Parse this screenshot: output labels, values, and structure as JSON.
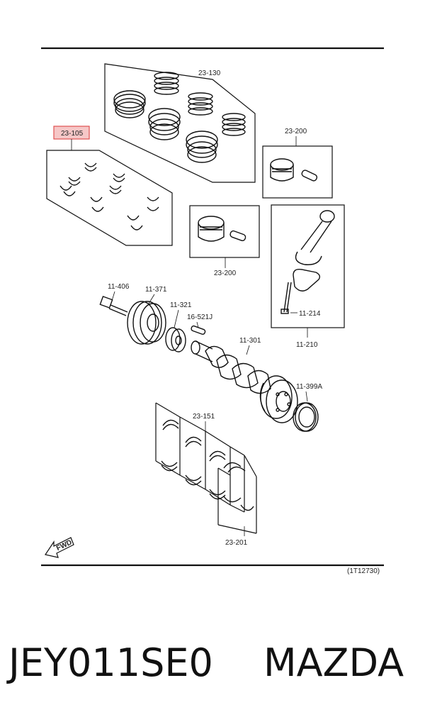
{
  "labels": {
    "piston_rings": "23-130",
    "bearing_set_highlight": "23-105",
    "piston_assy_top": "23-200",
    "piston_assy_bottom": "23-200",
    "bolt": "11-406",
    "pulley": "11-371",
    "timing_gear": "11-321",
    "key": "16-521J",
    "crankshaft": "11-301",
    "oil_seal": "11-399A",
    "rod_bolt": "11-214",
    "connecting_rod": "11-210",
    "main_bearing_upper": "23-151",
    "main_bearing_lower": "23-201",
    "fwd": "FWD",
    "diagram_code": "(1T12730)"
  },
  "caption": {
    "part_number": "JEY011SE0",
    "brand": "MAZDA"
  },
  "colors": {
    "highlight_fill": "#f6c7c7",
    "highlight_stroke": "#e05050",
    "line": "#111111"
  }
}
